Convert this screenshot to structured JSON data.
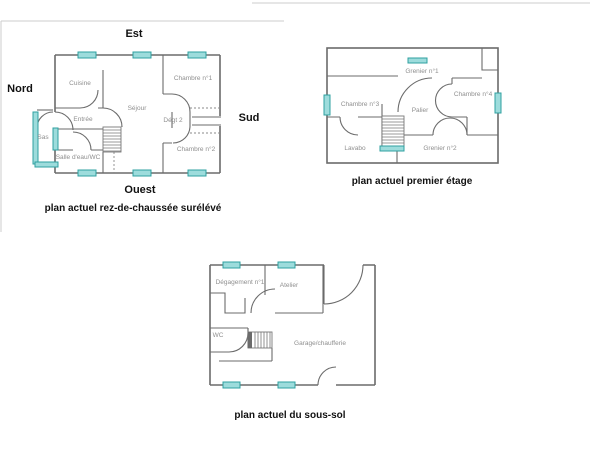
{
  "colors": {
    "wall": "#6b6b6b",
    "window_fill": "#9ddcdc",
    "window_stroke": "#2fa0a0",
    "room_label": "#8f8f8f",
    "caption": "#111111"
  },
  "plans": {
    "ground": {
      "caption": "plan actuel rez-de-chaussée surélévé",
      "compass": {
        "north": "Nord",
        "east": "Est",
        "south": "Sud",
        "west": "Ouest"
      },
      "rooms": {
        "cuisine": "Cuisine",
        "entree": "Entrée",
        "sas": "Sas",
        "salle_eau": "Salle d'eau/WC",
        "sejour": "Séjour",
        "degt2": "Dégt 2",
        "chambre1": "Chambre n°1",
        "chambre2": "Chambre n°2"
      }
    },
    "first": {
      "caption": "plan actuel premier étage",
      "rooms": {
        "grenier1": "Grenier n°1",
        "chambre3": "Chambre n°3",
        "palier": "Palier",
        "chambre4": "Chambre n°4",
        "lavabo": "Lavabo",
        "grenier2": "Grenier n°2"
      }
    },
    "basement": {
      "caption": "plan actuel du sous-sol",
      "rooms": {
        "degagement1": "Dégagement n°1",
        "atelier": "Atelier",
        "wc": "WC",
        "garage": "Garage/chaufferie"
      }
    }
  }
}
